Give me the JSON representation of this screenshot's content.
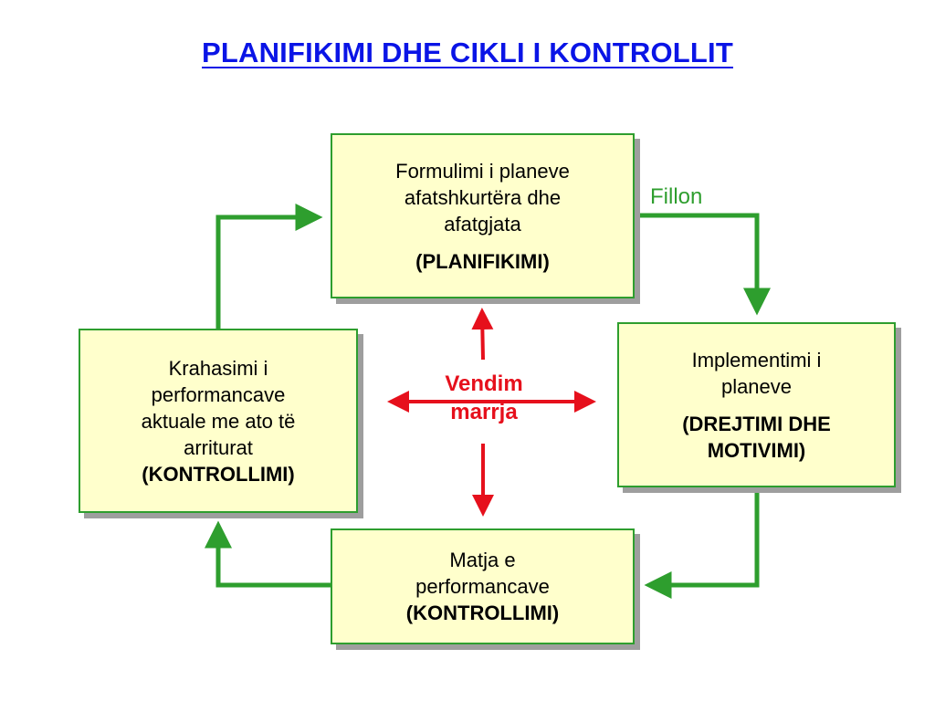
{
  "title": "PLANIFIKIMI DHE CIKLI I KONTROLLIT",
  "nodes": {
    "planning": {
      "line1": "Formulimi i planeve",
      "line2": "afatshkurtëra dhe",
      "line3": "afatgjata",
      "phase": "(PLANIFIKIMI)"
    },
    "implementation": {
      "line1": "Implementimi i",
      "line2": "planeve",
      "phase_line1": "(DREJTIMI DHE",
      "phase_line2": "MOTIVIMI)"
    },
    "measurement": {
      "line1": "Matja e",
      "line2": "performancave",
      "phase": "(KONTROLLIMI)"
    },
    "comparison": {
      "line1": "Krahasimi i",
      "line2": "performancave",
      "line3": "aktuale me ato të",
      "line4": "arriturat",
      "phase": "(KONTROLLIMI)"
    }
  },
  "center": {
    "line1": "Vendim",
    "line2": "marrja"
  },
  "start_label": "Fillon",
  "colors": {
    "title": "#0a14e6",
    "box_fill": "#ffffcc",
    "box_border": "#2e9e2e",
    "cycle_arrow": "#2e9e2e",
    "decision_arrow": "#e6101c",
    "shadow": "#9e9e9e"
  }
}
